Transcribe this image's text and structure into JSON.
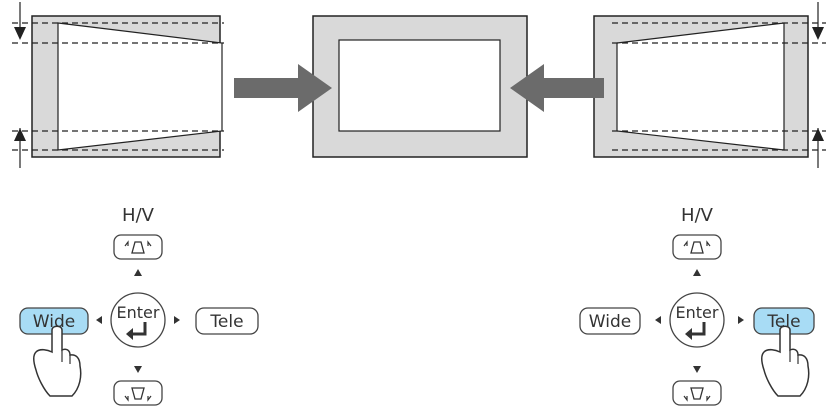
{
  "colors": {
    "screen_fill": "#d9d9d9",
    "outline": "#222222",
    "arrow_fill": "#6b6b6b",
    "highlight_key": "#a8dcf5",
    "key_outline": "#444444",
    "line": "#333333"
  },
  "icons": [
    "keystone-up-icon",
    "keystone-down-icon",
    "enter-return-icon",
    "pointing-hand-icon",
    "right-arrow-icon",
    "left-arrow-icon"
  ],
  "remote_left": {
    "hv_label": "H/V",
    "enter_label": "Enter",
    "left_key_label": "Wide",
    "right_key_label": "Tele",
    "pressed_key": "Wide"
  },
  "remote_right": {
    "hv_label": "H/V",
    "enter_label": "Enter",
    "left_key_label": "Wide",
    "right_key_label": "Tele",
    "pressed_key": "Tele"
  }
}
